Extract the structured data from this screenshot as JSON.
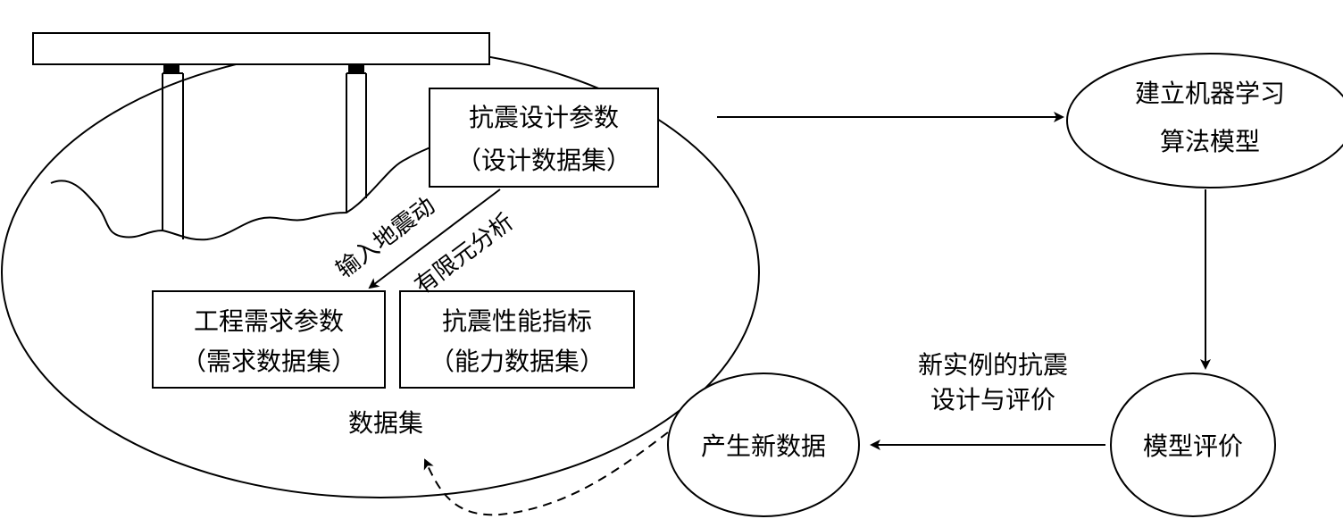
{
  "diagram": {
    "dataset_ellipse": {
      "label": "数据集",
      "design_box": {
        "line1": "抗震设计参数",
        "line2": "（设计数据集）"
      },
      "demand_box": {
        "line1": "工程需求参数",
        "line2": "（需求数据集）"
      },
      "capacity_box": {
        "line1": "抗震性能指标",
        "line2": "（能力数据集）"
      },
      "arrow_label_input": "输入地震动",
      "arrow_label_fea": "有限元分析"
    },
    "ml_node": {
      "line1": "建立机器学习",
      "line2": "算法模型"
    },
    "eval_node": {
      "label": "模型评价"
    },
    "new_data_node": {
      "label": "产生新数据"
    },
    "eval_arrow_label": {
      "line1": "新实例的抗震",
      "line2": "设计与评价"
    }
  }
}
